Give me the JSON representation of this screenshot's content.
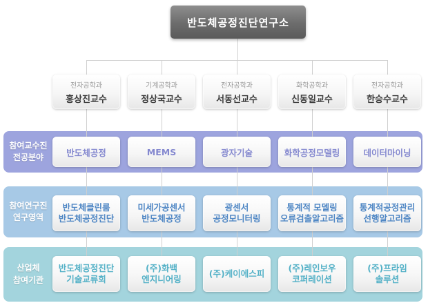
{
  "chart": {
    "root_title": "반도체공정진단연구소",
    "professors": [
      {
        "dept": "전자공학과",
        "name": "홍상진교수"
      },
      {
        "dept": "기계공학과",
        "name": "정상국교수"
      },
      {
        "dept": "전자공학과",
        "name": "서동선교수"
      },
      {
        "dept": "화학공학과",
        "name": "신동일교수"
      },
      {
        "dept": "전자공학과",
        "name": "한승수교수"
      }
    ],
    "bands": [
      {
        "label1": "참여교수진",
        "label2": "전공분야",
        "band_color": "#9da4de",
        "item_text_color": "#8488cf",
        "items": [
          {
            "line1": "반도체공정"
          },
          {
            "line1": "MEMS"
          },
          {
            "line1": "광자기술"
          },
          {
            "line1": "화학공정모델링"
          },
          {
            "line1": "데이터마이닝"
          }
        ]
      },
      {
        "label1": "참여연구진",
        "label2": "연구영역",
        "band_color": "#a7c9e6",
        "item_text_color": "#4e86c4",
        "items": [
          {
            "line1": "반도체클린룸",
            "line2": "반도체공정진단"
          },
          {
            "line1": "미세가공센서",
            "line2": "반도체공정"
          },
          {
            "line1": "광센서",
            "line2": "공정모니터링"
          },
          {
            "line1": "통계적 모델링",
            "line2": "오류검출알고리즘"
          },
          {
            "line1": "통계적공정관리",
            "line2": "선행알고리즘"
          }
        ]
      },
      {
        "label1": "산업체",
        "label2": "참여기관",
        "band_color": "#a3d4dd",
        "item_text_color": "#54b1c7",
        "items": [
          {
            "line1": "반도체공정진단",
            "line2": "기술교류회"
          },
          {
            "line1": "(주)화백",
            "line2": "엔지니어링"
          },
          {
            "line1": "(주)케이에스피"
          },
          {
            "line1": "(주)레인보우",
            "line2": "코퍼레이션"
          },
          {
            "line1": "(주)프라임",
            "line2": "솔루션"
          }
        ]
      }
    ]
  }
}
